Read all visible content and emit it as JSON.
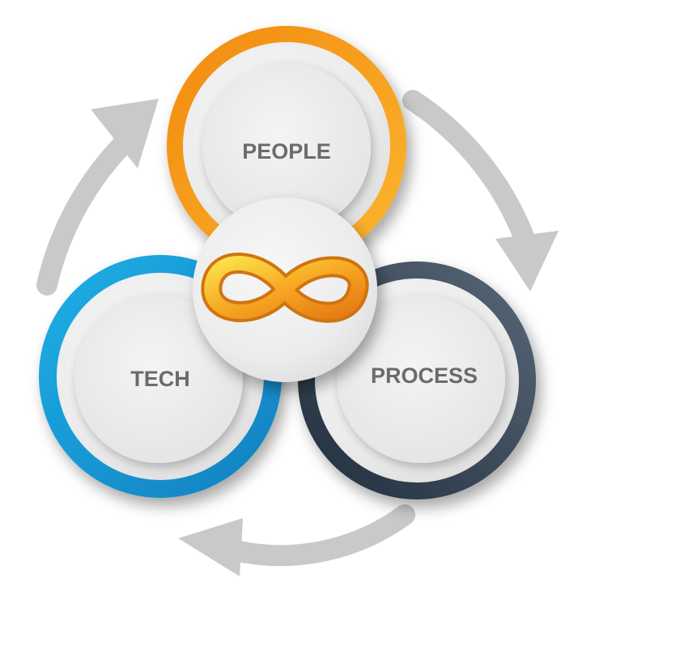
{
  "cycle": {
    "people_label": "PEOPLE",
    "process_label": "PROCESS",
    "tech_label": "TECH"
  },
  "center": {
    "icon": "infinity-icon"
  },
  "colors": {
    "people_ring": "#f59d14",
    "process_ring": "#3b4a5c",
    "tech_ring": "#189bd6",
    "arrow": "#c8c8c8",
    "infinity": "#f5a623",
    "label": "#6b6b6b"
  }
}
